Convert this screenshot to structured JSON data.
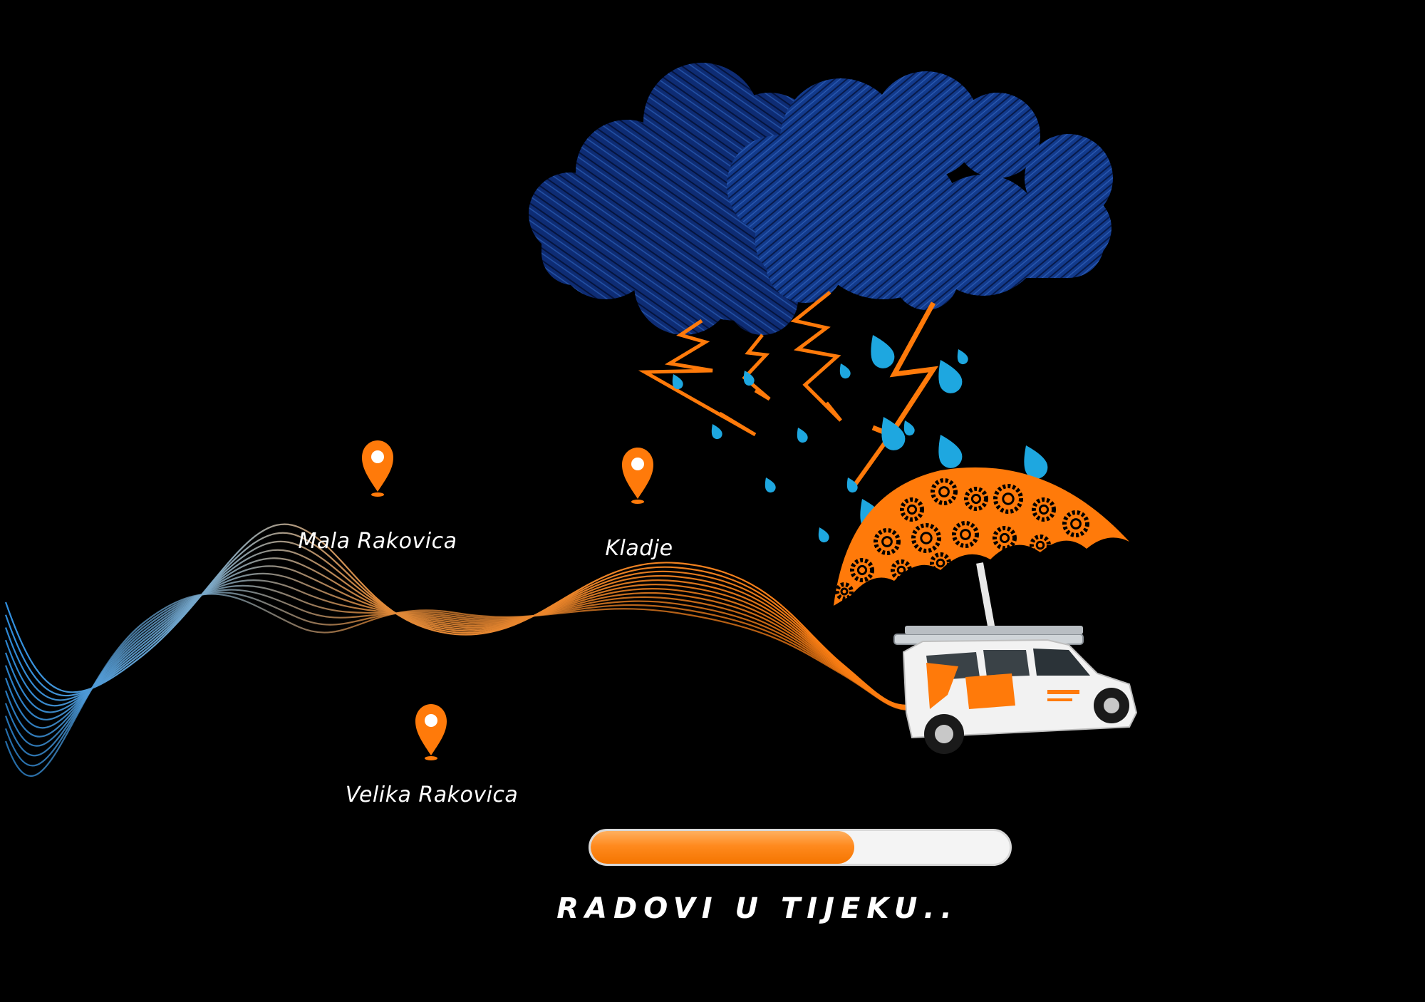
{
  "colors": {
    "background": "#000000",
    "accent_orange": "#ff7a0a",
    "cloud_blue": "#0d2f7a",
    "rain_blue": "#1ea7e0",
    "wave_blue": "#3aa0e6",
    "text": "#ffffff"
  },
  "locations": [
    {
      "name": "Mala Rakovica",
      "icon": "map-pin-icon"
    },
    {
      "name": "Kladje",
      "icon": "map-pin-icon"
    },
    {
      "name": "Velika Rakovica",
      "icon": "map-pin-icon"
    }
  ],
  "progress": {
    "value": 0.63
  },
  "status": {
    "text": "RADOVI U TIJEKU.."
  },
  "illustration": {
    "icons": [
      "storm-cloud-icon",
      "lightning-bolt-icon",
      "raindrop-icon",
      "gear-umbrella-icon",
      "service-van-icon"
    ]
  }
}
